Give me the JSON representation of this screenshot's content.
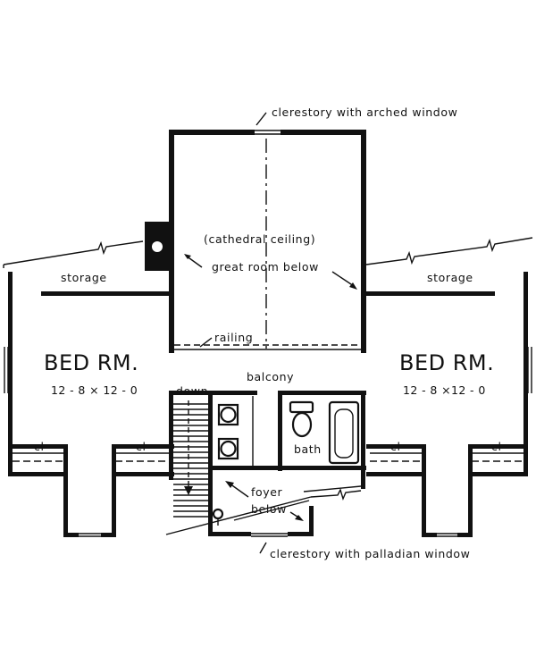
{
  "labels": {
    "clerestory_arched": "clerestory with arched window",
    "cathedral": "(cathedral  ceiling)",
    "great_room": "great room below",
    "storage_left": "storage",
    "storage_right": "storage",
    "railing": "railing",
    "balcony": "balcony",
    "down": "down",
    "bath": "bath",
    "foyer_line1": "foyer",
    "foyer_line2": "below",
    "clerestory_palladian": "clerestory with palladian window",
    "cl_1": "cl",
    "cl_2": "cl",
    "cl_3": "cl",
    "cl_4": "cl"
  },
  "bedrooms": [
    {
      "name": "BED RM.",
      "size": "12 - 8 × 12 - 0"
    },
    {
      "name": "BED RM.",
      "size": "12 - 8 ×12 - 0"
    }
  ]
}
